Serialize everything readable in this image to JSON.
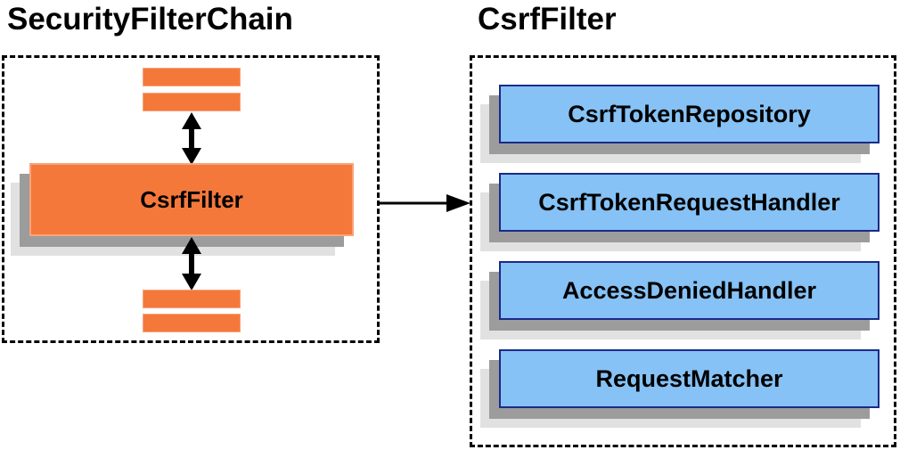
{
  "left_panel": {
    "title": "SecurityFilterChain",
    "filter_box_label": "CsrfFilter"
  },
  "right_panel": {
    "title": "CsrfFilter",
    "components": [
      "CsrfTokenRepository",
      "CsrfTokenRequestHandler",
      "AccessDeniedHandler",
      "RequestMatcher"
    ]
  },
  "colors": {
    "background": "#ffffff",
    "orange_fill": "#f5783b",
    "orange_border": "#f8a47c",
    "blue_fill": "#86c2f5",
    "blue_border": "#1b2a88",
    "shadow_dark": "#9c9c9c",
    "shadow_light": "#e1e1e1",
    "line_color": "#000000",
    "text_color": "#000000"
  }
}
